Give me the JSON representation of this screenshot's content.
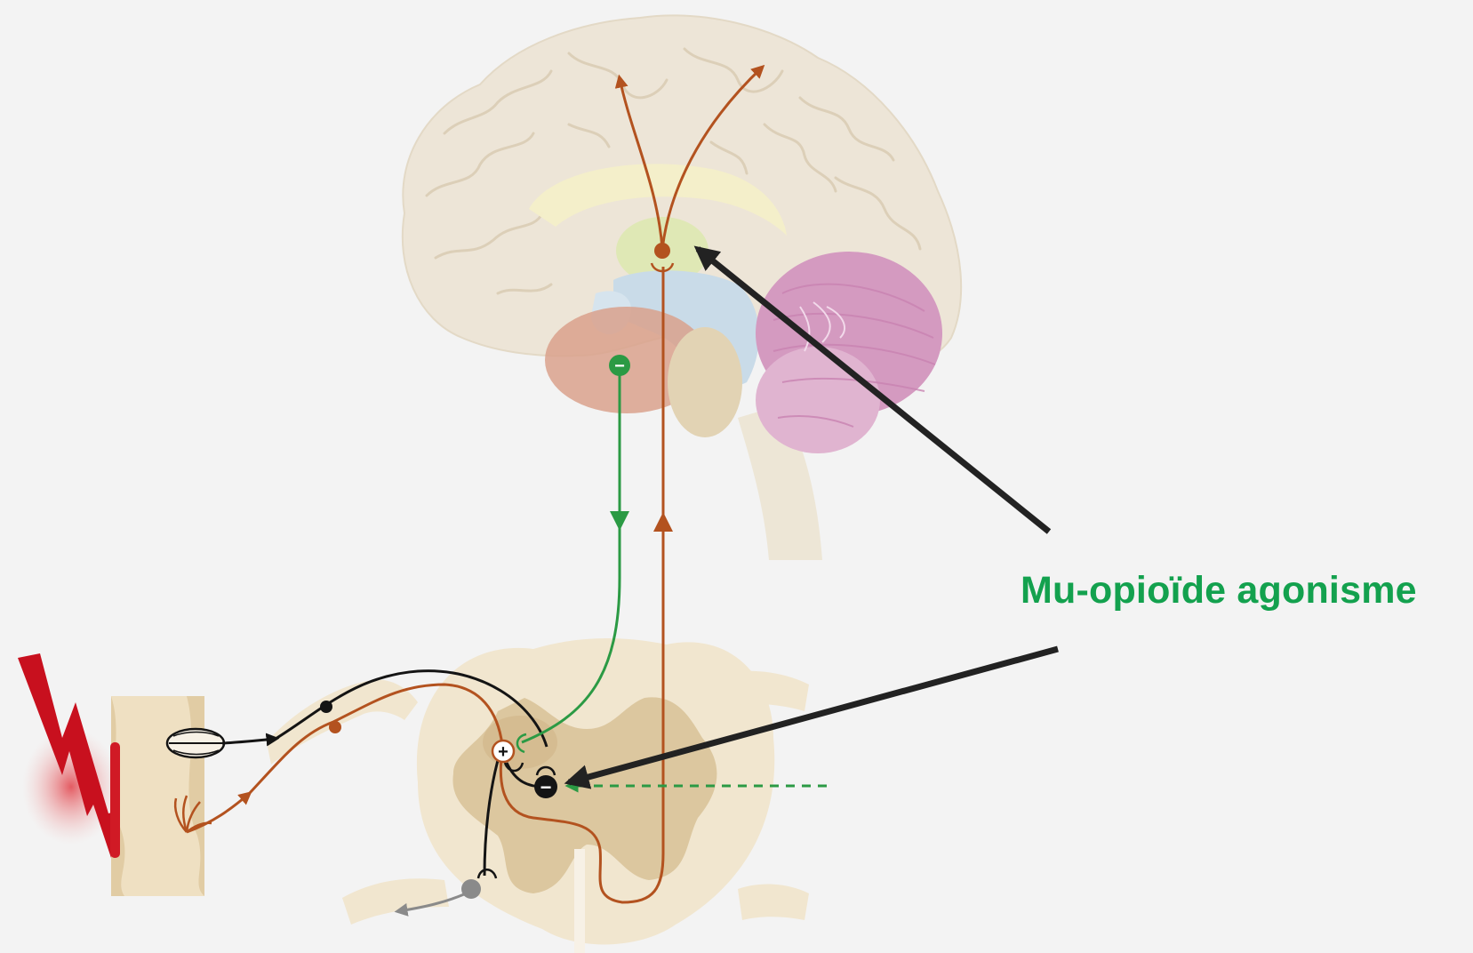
{
  "annotation": {
    "label": "Mu-opioïde agonisme",
    "color": "#13a14e"
  },
  "symbols": {
    "excitatory": "+",
    "inhibitory": "−"
  },
  "colors": {
    "ascending_pathway": "#b3521f",
    "descending_pathway": "#2b9a44",
    "primary_afferent": "#141414",
    "motor_output": "#8a8a8a",
    "pointer_arrow": "#222222",
    "injury": "#c8101e"
  },
  "icons": [
    "brain-illustration",
    "spinal-cord-cross-section",
    "injury-lightning-icon",
    "skin-tissue-block",
    "nociceptor-receptor-icon"
  ]
}
